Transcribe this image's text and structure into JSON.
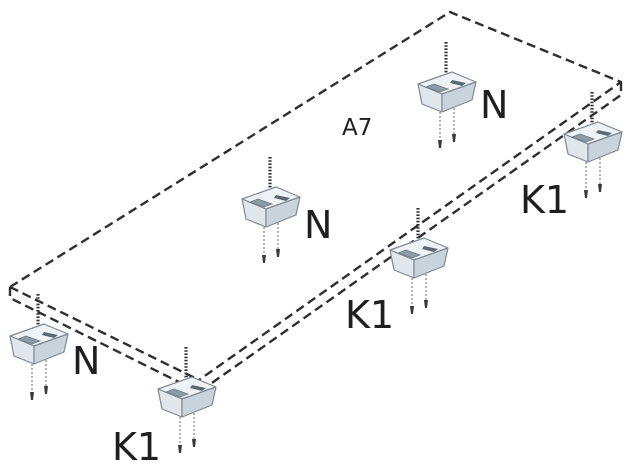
{
  "panel": {
    "label": "A7"
  },
  "brackets": [
    {
      "id": "b-top-center",
      "label": "N"
    },
    {
      "id": "b-center",
      "label": "N"
    },
    {
      "id": "b-left",
      "label": "N"
    },
    {
      "id": "b-right",
      "label": "K1"
    },
    {
      "id": "b-mid-edge",
      "label": "K1"
    },
    {
      "id": "b-bottom",
      "label": "K1"
    }
  ]
}
